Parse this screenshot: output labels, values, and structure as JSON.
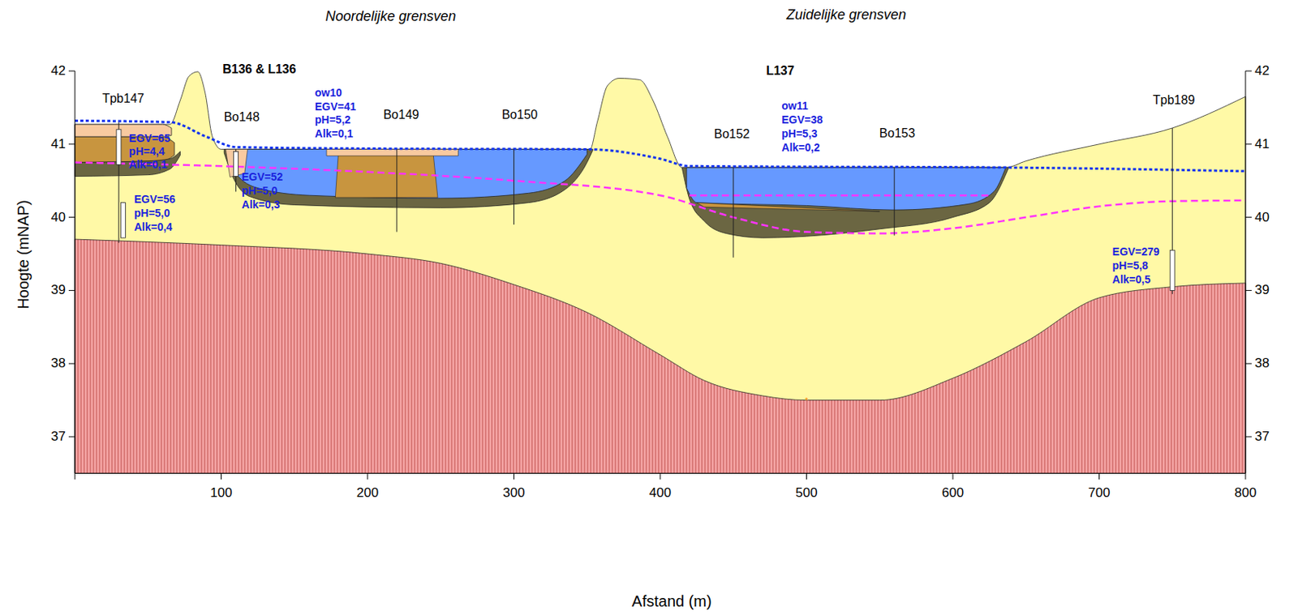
{
  "diagram": {
    "labels": [
      "Noordelijke grensven",
      "Zuidelijke grensven",
      "B136 & L136",
      "L137",
      "Tpb147",
      "Bo148",
      "Bo149",
      "Bo150",
      "Bo152",
      "Bo153",
      "Tpb189",
      "ow10",
      "EGV=41",
      "pH=5,2",
      "Alk=0,1",
      "ow11",
      "EGV=38",
      "pH=5,3",
      "Alk=0,2",
      "EGV=65",
      "pH=4,4",
      "Alk=0,1",
      "EGV=56",
      "pH=5,0",
      "Alk=0,4",
      "EGV=52",
      "pH=5,0",
      "Alk=0,3",
      "EGV=279",
      "pH=5,8",
      "Alk=0,5",
      "42",
      "41",
      "40",
      "39",
      "38",
      "37",
      "42",
      "41",
      "40",
      "39",
      "38",
      "37",
      "100",
      "200",
      "300",
      "400",
      "500",
      "600",
      "700",
      "800",
      "Hoogte (mNAP)",
      "Afstand (m)"
    ]
  }
}
